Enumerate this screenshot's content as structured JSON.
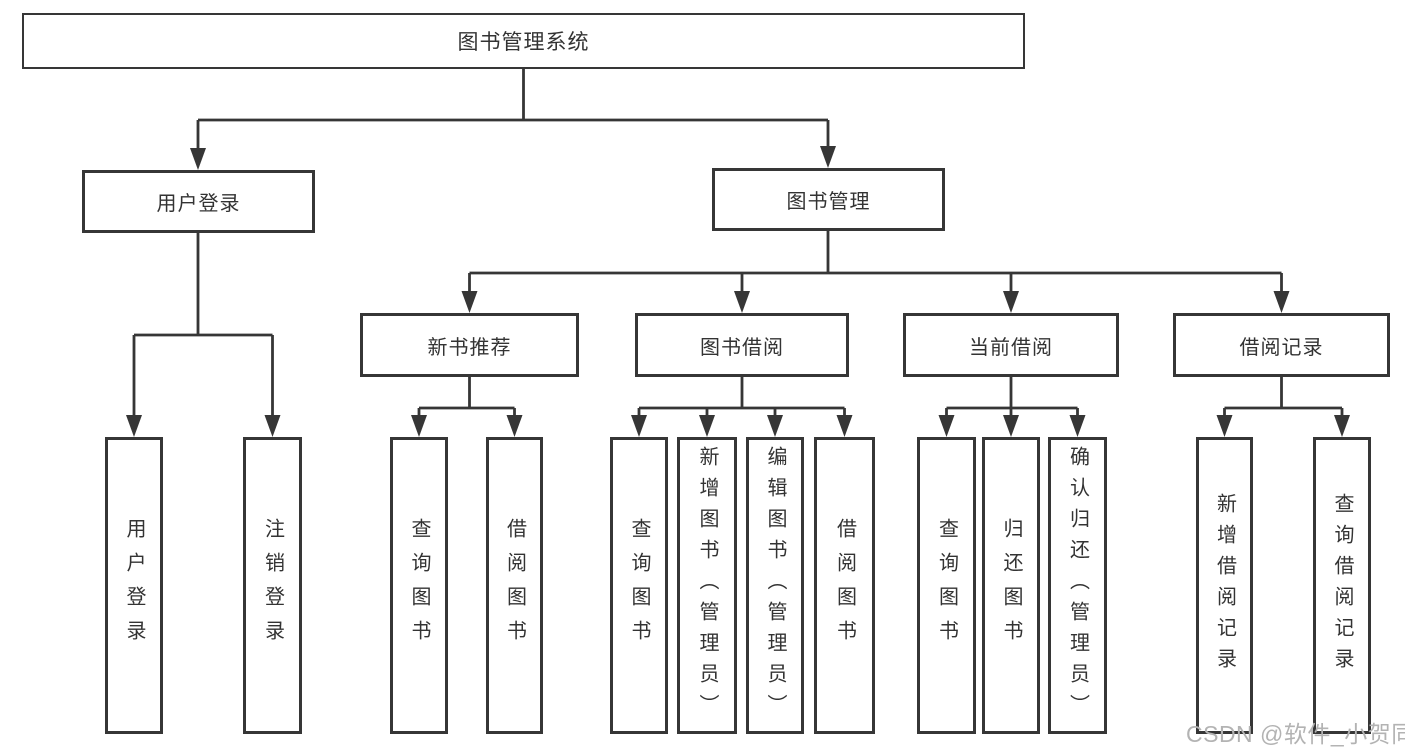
{
  "diagram_title": "图书管理系统",
  "tree": {
    "root": {
      "label": "图书管理系统"
    },
    "user_login": {
      "label": "用户登录",
      "leaves": [
        {
          "label": "用户登录"
        },
        {
          "label": "注销登录"
        }
      ]
    },
    "book_mgmt": {
      "label": "图书管理",
      "sections": [
        {
          "label": "新书推荐",
          "leaves": [
            {
              "label": "查询图书"
            },
            {
              "label": "借阅图书"
            }
          ]
        },
        {
          "label": "图书借阅",
          "leaves": [
            {
              "label": "查询图书"
            },
            {
              "label": "新增图书（管理员）"
            },
            {
              "label": "编辑图书（管理员）"
            },
            {
              "label": "借阅图书"
            }
          ]
        },
        {
          "label": "当前借阅",
          "leaves": [
            {
              "label": "查询图书"
            },
            {
              "label": "归还图书"
            },
            {
              "label": "确认归还（管理员）"
            }
          ]
        },
        {
          "label": "借阅记录",
          "leaves": [
            {
              "label": "新增借阅记录"
            },
            {
              "label": "查询借阅记录"
            }
          ]
        }
      ]
    }
  },
  "watermark": {
    "text": "CSDN @软件_小贺同学"
  },
  "colors": {
    "line": "#363636",
    "text": "#333333",
    "background": "#ffffff",
    "watermark": "#b3b3b3"
  }
}
